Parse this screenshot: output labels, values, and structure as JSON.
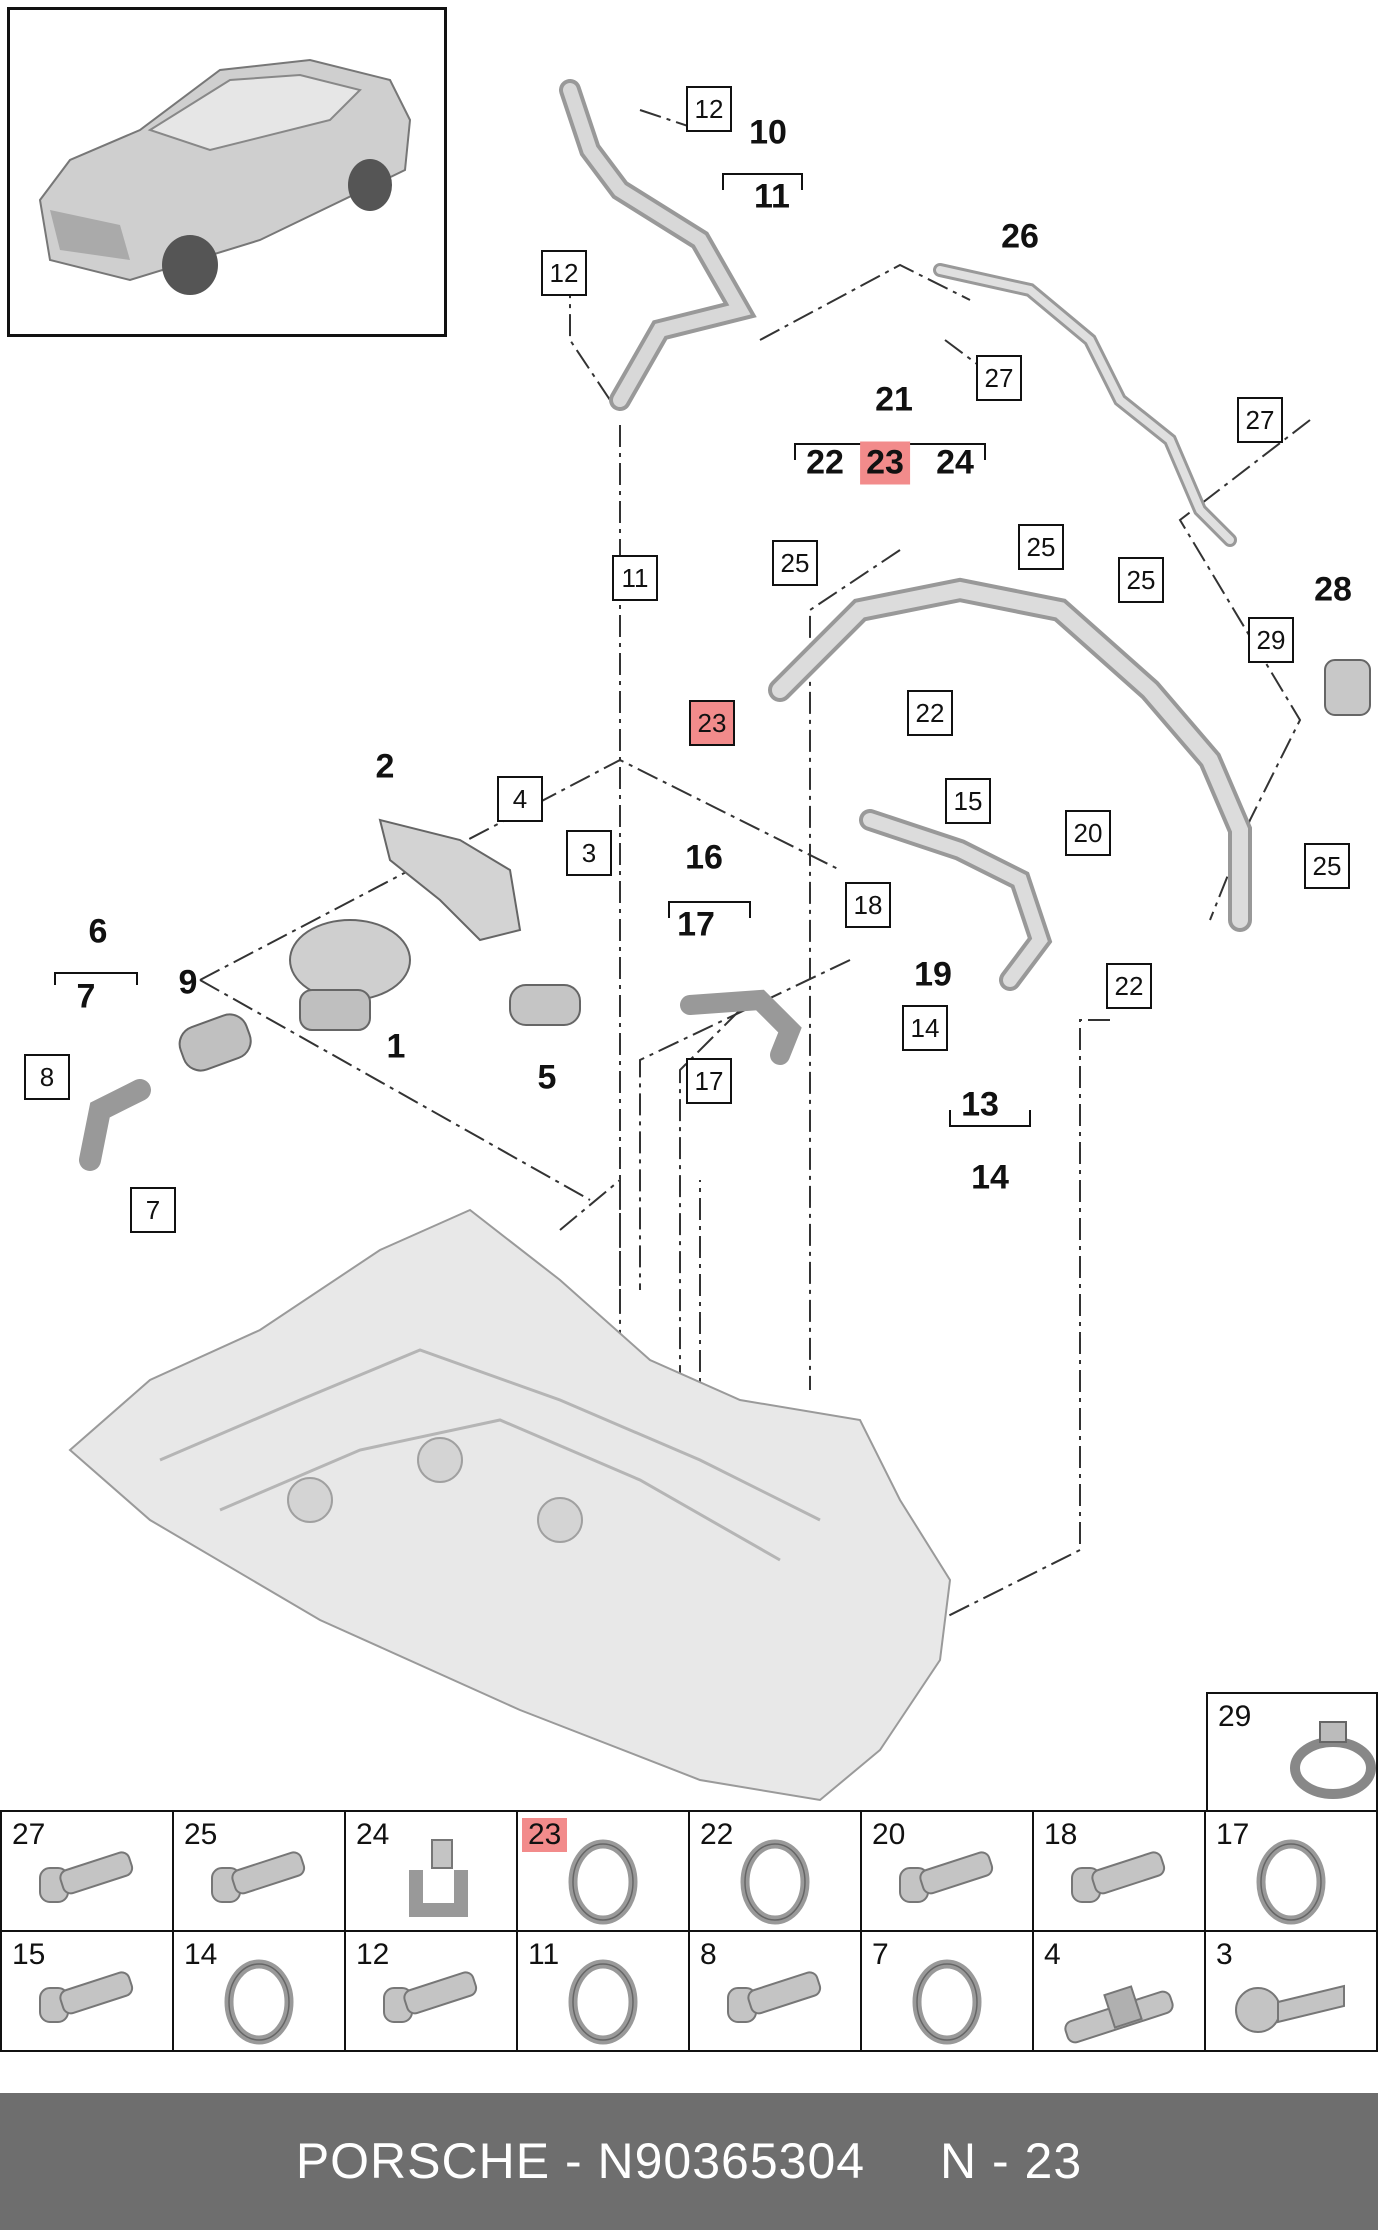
{
  "footer": {
    "brand_part": "PORSCHE - N90365304",
    "page": "N - 23"
  },
  "labels": [
    {
      "id": "10",
      "text": "10"
    },
    {
      "id": "11",
      "text": "11"
    },
    {
      "id": "26",
      "text": "26"
    },
    {
      "id": "21",
      "text": "21"
    },
    {
      "id": "22",
      "text": "22"
    },
    {
      "id": "23",
      "text": "23",
      "highlight": true
    },
    {
      "id": "24",
      "text": "24"
    },
    {
      "id": "28",
      "text": "28"
    },
    {
      "id": "2",
      "text": "2"
    },
    {
      "id": "16",
      "text": "16"
    },
    {
      "id": "17",
      "text": "17"
    },
    {
      "id": "6",
      "text": "6"
    },
    {
      "id": "7",
      "text": "7"
    },
    {
      "id": "9",
      "text": "9"
    },
    {
      "id": "1",
      "text": "1"
    },
    {
      "id": "5",
      "text": "5"
    },
    {
      "id": "19",
      "text": "19"
    },
    {
      "id": "13",
      "text": "13"
    },
    {
      "id": "14",
      "text": "14"
    }
  ],
  "callouts": [
    {
      "text": "12"
    },
    {
      "text": "12"
    },
    {
      "text": "27"
    },
    {
      "text": "27"
    },
    {
      "text": "11"
    },
    {
      "text": "25"
    },
    {
      "text": "25"
    },
    {
      "text": "25"
    },
    {
      "text": "29"
    },
    {
      "text": "23",
      "highlight": true
    },
    {
      "text": "22"
    },
    {
      "text": "4"
    },
    {
      "text": "3"
    },
    {
      "text": "15"
    },
    {
      "text": "20"
    },
    {
      "text": "18"
    },
    {
      "text": "25"
    },
    {
      "text": "14"
    },
    {
      "text": "22"
    },
    {
      "text": "8"
    },
    {
      "text": "17"
    },
    {
      "text": "7"
    }
  ],
  "parts_grid": {
    "extra": {
      "num": "29",
      "icon": "clamp-icon"
    },
    "row1": [
      {
        "num": "27",
        "icon": "bolt-icon"
      },
      {
        "num": "25",
        "icon": "bolt-icon"
      },
      {
        "num": "24",
        "icon": "bracket-clamp-icon"
      },
      {
        "num": "23",
        "icon": "seal-ring-icon",
        "highlight": true
      },
      {
        "num": "22",
        "icon": "seal-ring-icon"
      },
      {
        "num": "20",
        "icon": "bolt-icon"
      },
      {
        "num": "18",
        "icon": "bolt-icon"
      },
      {
        "num": "17",
        "icon": "seal-ring-icon"
      }
    ],
    "row2": [
      {
        "num": "15",
        "icon": "bolt-icon"
      },
      {
        "num": "14",
        "icon": "seal-ring-icon"
      },
      {
        "num": "12",
        "icon": "bolt-icon"
      },
      {
        "num": "11",
        "icon": "seal-ring-icon"
      },
      {
        "num": "8",
        "icon": "bolt-icon"
      },
      {
        "num": "7",
        "icon": "seal-ring-icon"
      },
      {
        "num": "4",
        "icon": "stud-icon"
      },
      {
        "num": "3",
        "icon": "screw-icon"
      }
    ]
  },
  "colors": {
    "highlight": "#f28b8b",
    "footer_bg": "#6e6e6e",
    "part_fill": "#c8c8c8"
  }
}
